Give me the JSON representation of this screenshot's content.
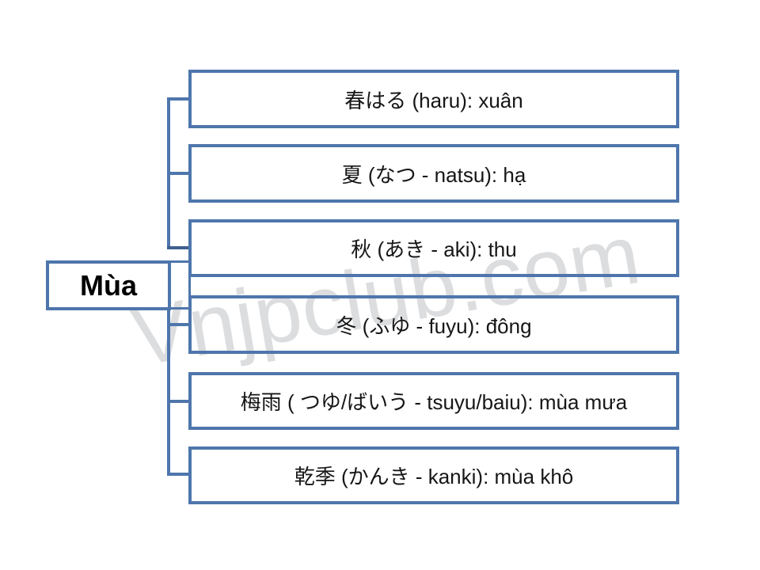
{
  "diagram": {
    "root": {
      "label": "Mùa"
    },
    "children": [
      {
        "label": "春はる (haru): xuân"
      },
      {
        "label": "夏 (なつ - natsu): hạ"
      },
      {
        "label": "秋 (あき - aki): thu"
      },
      {
        "label": "冬 (ふゆ - fuyu): đông"
      },
      {
        "label": "梅雨 ( つゆ/ばいう - tsuyu/baiu): mùa mưa"
      },
      {
        "label": "乾季 (かんき - kanki): mùa khô"
      }
    ]
  },
  "watermark": {
    "text": "Vnjpclub.com"
  },
  "colors": {
    "background": "#ffffff",
    "border_blue": "#4e76ac",
    "connector_dark": "#3f5f8e",
    "box_text": "#161616",
    "root_text": "#000000",
    "watermark_gray": "#dcdddf"
  }
}
